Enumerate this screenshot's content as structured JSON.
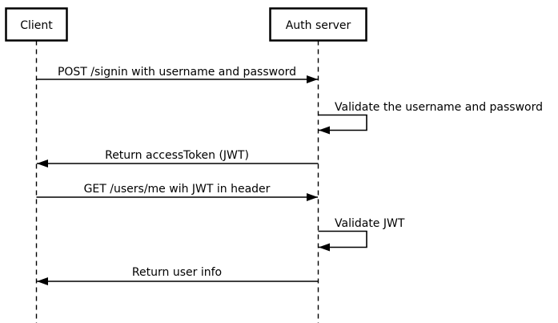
{
  "diagram": {
    "type": "sequence",
    "actors": [
      {
        "id": "client",
        "label": "Client"
      },
      {
        "id": "auth-server",
        "label": "Auth server"
      }
    ],
    "messages": [
      {
        "from": "client",
        "to": "auth-server",
        "kind": "request",
        "label": "POST /signin with username and password"
      },
      {
        "from": "auth-server",
        "to": "auth-server",
        "kind": "self",
        "label": "Validate the username and password"
      },
      {
        "from": "auth-server",
        "to": "client",
        "kind": "response",
        "label": "Return accessToken (JWT)"
      },
      {
        "from": "client",
        "to": "auth-server",
        "kind": "request",
        "label": "GET /users/me wih JWT in header"
      },
      {
        "from": "auth-server",
        "to": "auth-server",
        "kind": "self",
        "label": "Validate JWT"
      },
      {
        "from": "auth-server",
        "to": "client",
        "kind": "response",
        "label": "Return user info"
      }
    ],
    "colors": {
      "line": "#000000",
      "text": "#000000",
      "background": "#ffffff",
      "actor_fill": "#ffffff"
    }
  }
}
